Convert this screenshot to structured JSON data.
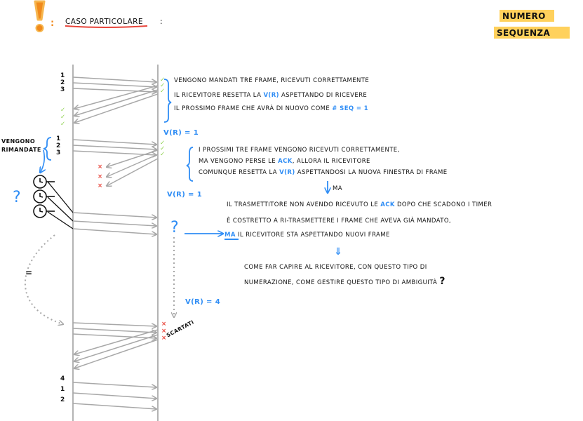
{
  "header": {
    "title": "CASO PARTICOLARE",
    "colon": ":",
    "badge_line1": "NUMERO",
    "badge_line2": "SEQUENZA"
  },
  "colors": {
    "accent_blue": "#2f8df5",
    "highlight_yellow": "#ffd15c",
    "check_green": "#8fd14f",
    "cross_red": "#e8443a",
    "arrow_gray": "#a8a8a8",
    "warning_orange": "#f08a1c"
  },
  "icons": {
    "warning": "exclamation-warning-icon",
    "timer": "timer-clock-icon",
    "check": "green-check-icon",
    "cross": "red-cross-icon"
  },
  "diagram": {
    "seq_first": [
      "1",
      "2",
      "3"
    ],
    "seq_resent": [
      "1",
      "2",
      "3"
    ],
    "seq_bottom": [
      "4",
      "1",
      "2"
    ],
    "resent_label_1": "VENGONO",
    "resent_label_2": "RIMANDATE",
    "question_left": "?",
    "equals": "=",
    "discard_label": "SCARTATI"
  },
  "notes": {
    "block1": {
      "line1": "VENGONO MANDATI TRE FRAME, RICEVUTI CORRETTAMENTE",
      "line2_a": "IL RICEVITORE RESETTA LA",
      "line2_b": "V(R)",
      "line2_c": "ASPETTANDO DI RICEVERE",
      "line3_a": "IL PROSSIMO FRAME CHE AVRÀ DI NUOVO COME",
      "line3_b": "# SEQ = 1"
    },
    "vr1_a": "V(R) = 1",
    "block2": {
      "line1": "I PROSSIMI TRE FRAME VENGONO RICEVUTI CORRETTAMENTE,",
      "line2_a": "MA VENGONO PERSE LE",
      "line2_b": "ACK",
      "line2_c": ", ALLORA IL RICEVITORE",
      "line3_a": "COMUNQUE RESETTA LA",
      "line3_b": "V(R)",
      "line3_c": "ASPETTANDOSI LA NUOVA FINESTRA DI FRAME"
    },
    "vr1_b": "V(R) = 1",
    "ma": "MA",
    "block3": {
      "line1_a": "IL TRASMETTITORE NON AVENDO RICEVUTO LE",
      "line1_b": "ACK",
      "line1_c": "DOPO CHE SCADONO I TIMER",
      "line2": "È COSTRETTO A RI-TRASMETTERE I FRAME CHE AVEVA GIÀ MANDATO,",
      "line3_a": "MA",
      "line3_b": "IL RICEVITORE STA ASPETTANDO NUOVI FRAME"
    },
    "question_right": "?",
    "double_arrow": "⇓",
    "block4": {
      "line1": "COME FAR CAPIRE AL RICEVITORE, CON QUESTO TIPO DI",
      "line2": "NUMERAZIONE, COME GESTIRE QUESTO TIPO DI AMBIGUITÀ",
      "qmark": "?"
    },
    "vr4": "V(R) = 4"
  }
}
